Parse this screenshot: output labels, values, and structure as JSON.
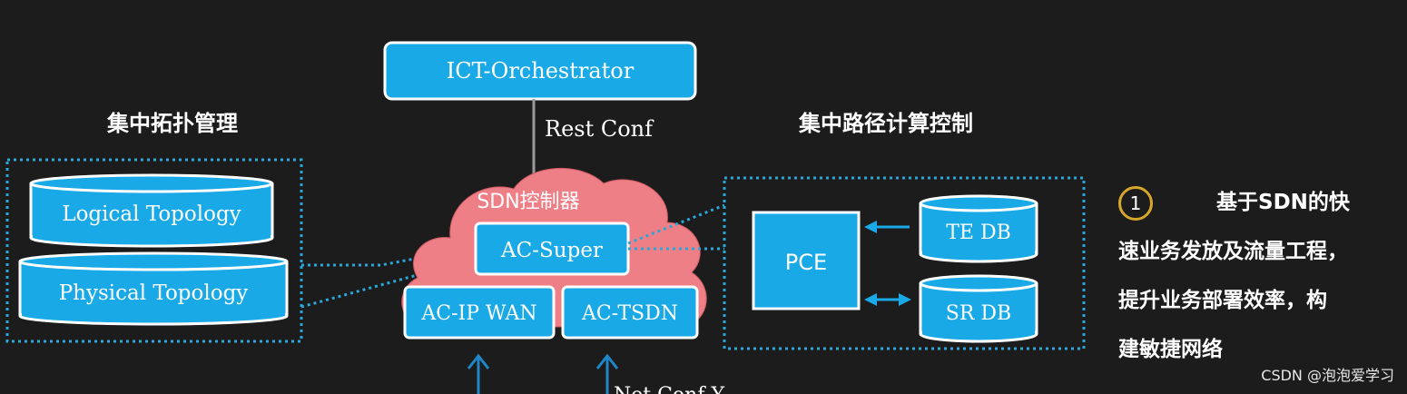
{
  "orchestrator": {
    "label": "ICT-Orchestrator"
  },
  "interface_label": "Rest Conf",
  "left_section": {
    "title": "集中拓扑管理",
    "databases": [
      "Logical Topology",
      "Physical Topology"
    ]
  },
  "right_section": {
    "title": "集中路径计算控制",
    "pce_label": "PCE",
    "databases": [
      "TE DB",
      "SR DB"
    ]
  },
  "controller": {
    "title": "SDN控制器",
    "super": "AC-Super",
    "children": [
      "AC-IP WAN",
      "AC-TSDN"
    ]
  },
  "bottom_partial_text": "Net Conf Y",
  "description": {
    "number": "1",
    "line1": "基于SDN的快",
    "line2": "速业务发放及流量工程，",
    "line3": "提升业务部署效率，构",
    "line4": "建敏捷网络"
  },
  "watermark": "CSDN @泡泡爱学习",
  "colors": {
    "background": "#1c1c1c",
    "box_fill": "#19a9e6",
    "box_border": "#ffffff",
    "cloud": "#ef7f86",
    "dotted": "#2aa7d9",
    "number_ring": "#d6a72a"
  }
}
